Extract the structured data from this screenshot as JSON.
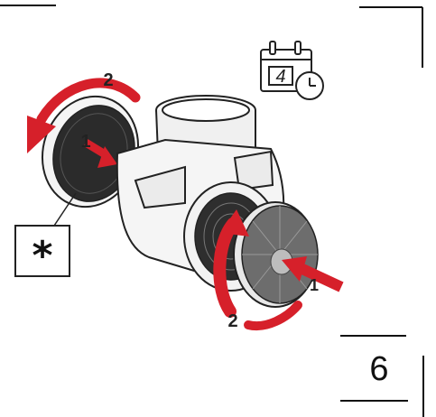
{
  "calendar": {
    "number": "4",
    "icon": "calendar-clock-icon"
  },
  "callouts": {
    "left_step1": "1",
    "left_step2": "2",
    "right_step1": "1",
    "right_step2": "2"
  },
  "asterisk": "*",
  "page_number": "6",
  "colors": {
    "arrow": "#d6202a",
    "ink": "#1a1a1a",
    "filter": "#2b2b2b"
  },
  "icons": [
    "calendar-clock-icon",
    "asterisk-icon",
    "rotate-arrow-icon",
    "push-arrow-icon",
    "fan-housing",
    "carbon-filter"
  ]
}
